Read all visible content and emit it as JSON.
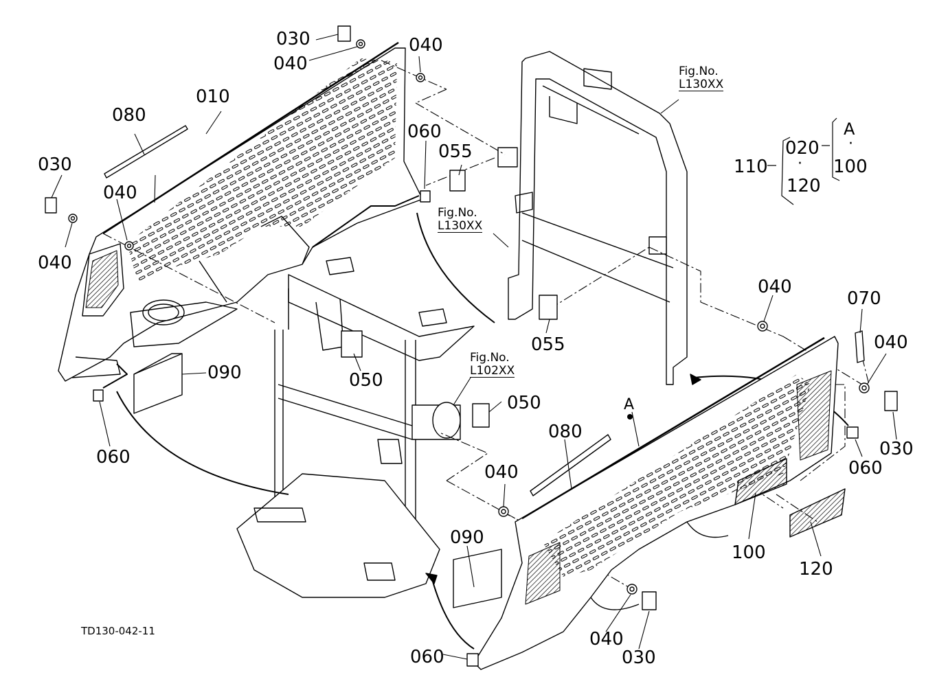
{
  "diagram": {
    "drawing_code": "TD130-042-11",
    "fig_refs": {
      "upper": {
        "line1": "Fig.No.",
        "line2": "L130XX"
      },
      "middle": {
        "line1": "Fig.No.",
        "line2": "L130XX"
      },
      "lower": {
        "line1": "Fig.No.",
        "line2": "L102XX"
      }
    },
    "legend": {
      "p110": "110",
      "p020": "020",
      "p120": "120",
      "a": "A",
      "p100": "100"
    },
    "marker_a": "A",
    "parts": {
      "p010": "010",
      "p030_top": "030",
      "p040_top": "040",
      "p040_top_right": "040",
      "p080_left": "080",
      "p030_left": "030",
      "p040_left_a": "040",
      "p040_left_b": "040",
      "p060_upper": "060",
      "p055_upper": "055",
      "p055_lower": "055",
      "p050_left": "050",
      "p050_right": "050",
      "p090_left": "090",
      "p060_left": "060",
      "p040_right": "040",
      "p070": "070",
      "p040_right_b": "040",
      "p030_right": "030",
      "p060_right": "060",
      "p080_right": "080",
      "p040_center": "040",
      "p090_right": "090",
      "p100": "100",
      "p120": "120",
      "p040_bottom": "040",
      "p030_bottom": "030",
      "p060_bottom": "060"
    }
  }
}
